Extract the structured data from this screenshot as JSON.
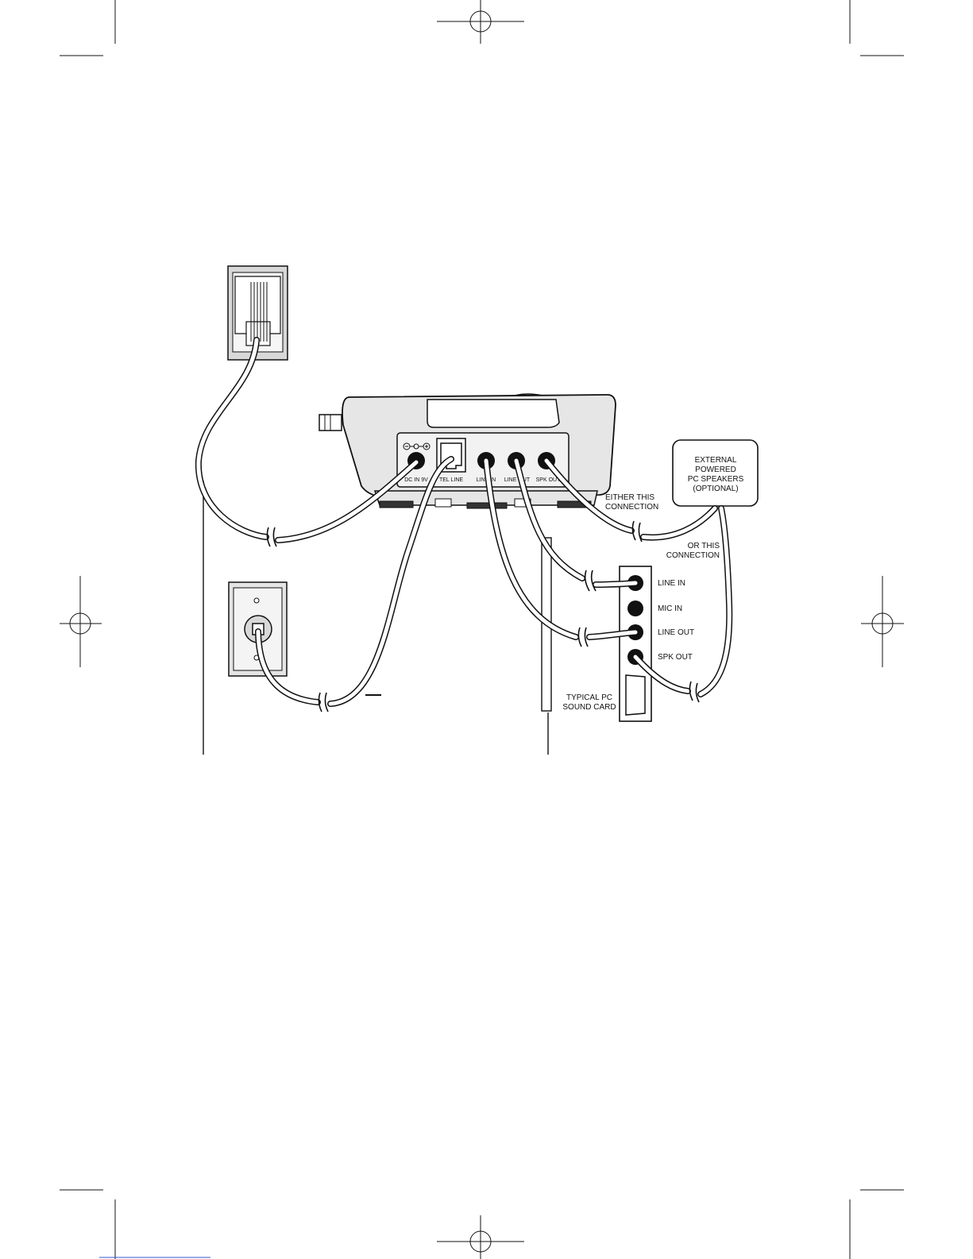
{
  "device_ports": {
    "dc_in": "DC IN 9V",
    "tel_line": "TEL LINE",
    "line_in": "LINE IN",
    "line_out": "LINE OUT",
    "spk_out": "SPK OUT"
  },
  "speakers": {
    "line1": "EXTERNAL",
    "line2": "POWERED",
    "line3": "PC SPEAKERS",
    "line4": "(OPTIONAL)"
  },
  "connections": {
    "either_1": "EITHER THIS",
    "either_2": "CONNECTION",
    "or_1": "OR THIS",
    "or_2": "CONNECTION"
  },
  "sound_card": {
    "line_in": "LINE IN",
    "mic_in": "MIC IN",
    "line_out": "LINE OUT",
    "spk_out": "SPK OUT",
    "caption_1": "TYPICAL PC",
    "caption_2": "SOUND CARD"
  },
  "colors": {
    "ink": "#111111",
    "device_fill": "#e6e6e6",
    "panel_fill": "#f2f2f2"
  }
}
